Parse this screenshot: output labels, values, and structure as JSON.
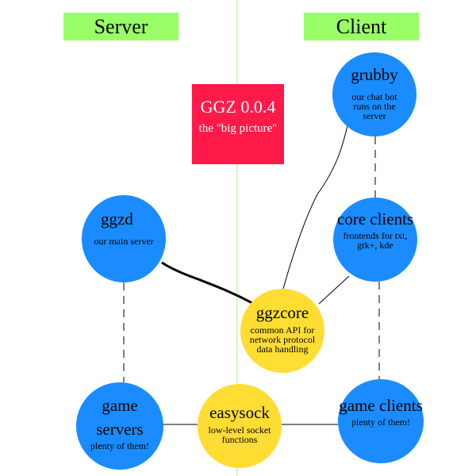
{
  "labels": {
    "server": "Server",
    "client": "Client"
  },
  "title": {
    "line1": "GGZ 0.0.4",
    "line2": "the \"big picture\""
  },
  "nodes": {
    "grubby": {
      "name": "grubby",
      "desc": "our chat bot runs on the server"
    },
    "core": {
      "name": "core clients",
      "desc": "frontends for txt, gtk+, kde"
    },
    "ggzd": {
      "name": "ggzd",
      "desc": "our main server"
    },
    "ggzcore": {
      "name": "ggzcore",
      "desc": "common API for network protocol data handling"
    },
    "gservers": {
      "name": "game servers",
      "desc": "plenty of them!"
    },
    "easysock": {
      "name": "easysock",
      "desc": "low-level socket functions"
    },
    "gclients": {
      "name": "game clients",
      "desc": "plenty of them!"
    }
  },
  "colors": {
    "label_green": "#99ff66",
    "title_red": "#ff1a4a",
    "node_blue": "#1a8cff",
    "node_yellow": "#ffdd33",
    "divider_green": "#99ff66"
  }
}
